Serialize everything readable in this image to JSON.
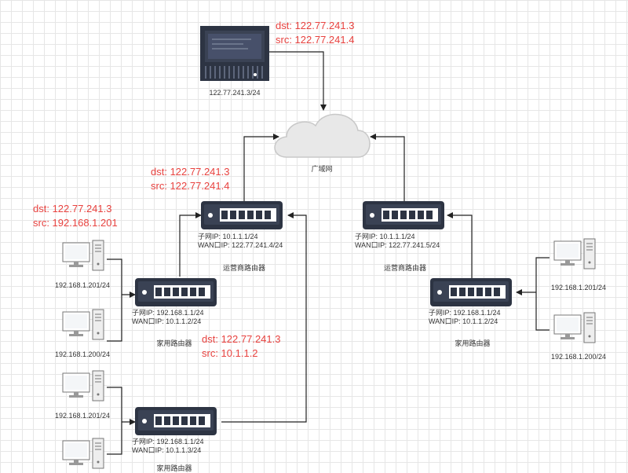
{
  "server": {
    "label": "122.77.241.3/24"
  },
  "cloud": {
    "label": "广域网"
  },
  "packets": {
    "server": {
      "dst": "dst: 122.77.241.3",
      "src": "src: 122.77.241.4"
    },
    "isp_left": {
      "dst": "dst: 122.77.241.3",
      "src": "src: 122.77.241.4"
    },
    "home1": {
      "dst": "dst: 122.77.241.3",
      "src": "src: 192.168.1.201"
    },
    "home3": {
      "dst": "dst: 122.77.241.3",
      "src": "src: 10.1.1.2"
    }
  },
  "routers": {
    "isp_left": {
      "subnet": "子网IP:   10.1.1.1/24",
      "wan": "WAN口IP:  122.77.241.4/24",
      "name": "运营商路由器"
    },
    "isp_right": {
      "subnet": "子网IP:   10.1.1.1/24",
      "wan": "WAN口IP:  122.77.241.5/24",
      "name": "运营商路由器"
    },
    "home1": {
      "subnet": "子网IP:   192.168.1.1/24",
      "wan": "WAN口IP:  10.1.1.2/24",
      "name": "家用路由器"
    },
    "home2": {
      "subnet": "子网IP:   192.168.1.1/24",
      "wan": "WAN口IP:  10.1.1.2/24",
      "name": "家用路由器"
    },
    "home3": {
      "subnet": "子网IP:   192.168.1.1/24",
      "wan": "WAN口IP:  10.1.1.3/24",
      "name": "家用路由器"
    }
  },
  "pcs": {
    "pc1": "192.168.1.201/24",
    "pc2": "192.168.1.200/24",
    "pc3": "192.168.1.201/24",
    "pc5": "192.168.1.201/24",
    "pc6": "192.168.1.200/24"
  }
}
